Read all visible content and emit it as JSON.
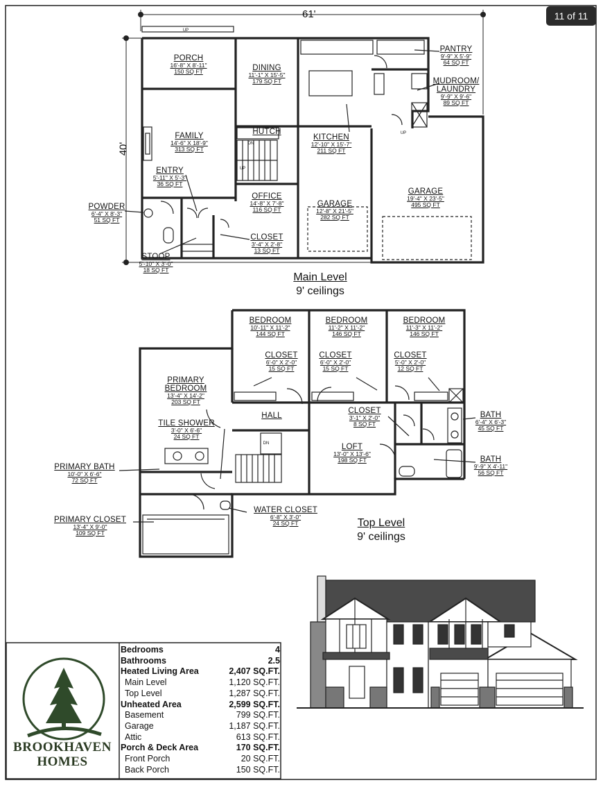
{
  "counter": "11 of 11",
  "dimensions": {
    "width": "61'",
    "depth": "40'"
  },
  "main_level": {
    "title": "Main Level",
    "subtitle": "9' ceilings",
    "rooms": [
      {
        "name": "PORCH",
        "dims": "16'-8\" X 8'-11\"",
        "area": "150 SQ FT"
      },
      {
        "name": "DINING",
        "dims": "11'-1\" X 15'-5\"",
        "area": "179 SQ FT"
      },
      {
        "name": "PANTRY",
        "dims": "9'-9\" X 5'-9\"",
        "area": "64 SQ FT"
      },
      {
        "name": "MUDROOM/\nLAUNDRY",
        "dims": "9'-9\" X 9'-6\"",
        "area": "89 SQ FT"
      },
      {
        "name": "FAMILY",
        "dims": "14'-6\" X 18'-9\"",
        "area": "313 SQ FT"
      },
      {
        "name": "HUTCH",
        "dims": "",
        "area": ""
      },
      {
        "name": "KITCHEN",
        "dims": "12'-10\" X 15'-7\"",
        "area": "211 SQ FT"
      },
      {
        "name": "ENTRY",
        "dims": "5'-11\" X 5'-3\"",
        "area": "36 SQ FT"
      },
      {
        "name": "OFFICE",
        "dims": "14'-8\" X 7'-8\"",
        "area": "116 SQ FT"
      },
      {
        "name": "GARAGE",
        "dims": "19'-4\" X 23'-5\"",
        "area": "495 SQ FT"
      },
      {
        "name": "POWDER",
        "dims": "6'-4\" X 8'-3\"",
        "area": "51 SQ FT"
      },
      {
        "name": "GARAGE",
        "dims": "12'-8\" X 21'-5\"",
        "area": "282 SQ FT"
      },
      {
        "name": "CLOSET",
        "dims": "3'-4\" X 2'-8\"",
        "area": "13 SQ FT"
      },
      {
        "name": "STOOP",
        "dims": "5'-10\" X 3'-0\"",
        "area": "18 SQ FT"
      }
    ]
  },
  "top_level": {
    "title": "Top Level",
    "subtitle": "9' ceilings",
    "rooms": [
      {
        "name": "BEDROOM",
        "dims": "10'-11\" X 11'-2\"",
        "area": "144 SQ FT"
      },
      {
        "name": "BEDROOM",
        "dims": "11'-2\" X 11'-2\"",
        "area": "146 SQ FT"
      },
      {
        "name": "BEDROOM",
        "dims": "11'-3\" X 11'-2\"",
        "area": "146 SQ FT"
      },
      {
        "name": "CLOSET",
        "dims": "6'-0\" X 2'-0\"",
        "area": "15 SQ FT"
      },
      {
        "name": "CLOSET",
        "dims": "6'-0\" X 2'-0\"",
        "area": "15 SQ FT"
      },
      {
        "name": "CLOSET",
        "dims": "5'-0\" X 2'-0\"",
        "area": "12 SQ FT"
      },
      {
        "name": "PRIMARY\nBEDROOM",
        "dims": "13'-4\" X 14'-2\"",
        "area": "203 SQ FT"
      },
      {
        "name": "CLOSET",
        "dims": "3'-1\" X 2'-0\"",
        "area": "8 SQ FT"
      },
      {
        "name": "BATH",
        "dims": "6'-4\" X 6'-3\"",
        "area": "45 SQ FT"
      },
      {
        "name": "HALL",
        "dims": "",
        "area": ""
      },
      {
        "name": "TILE SHOWER",
        "dims": "3'-0\" X 6'-6\"",
        "area": "24 SQ FT"
      },
      {
        "name": "LOFT",
        "dims": "13'-0\" X 13'-6\"",
        "area": "198 SQ FT"
      },
      {
        "name": "BATH",
        "dims": "9'-9\" X 4'-11\"",
        "area": "56 SQ FT"
      },
      {
        "name": "PRIMARY BATH",
        "dims": "10'-0\" X 6'-6\"",
        "area": "72 SQ FT"
      },
      {
        "name": "PRIMARY CLOSET",
        "dims": "13'-4\" X 9'-0\"",
        "area": "109 SQ FT"
      },
      {
        "name": "WATER CLOSET",
        "dims": "6'-8\" X 3'-0\"",
        "area": "24 SQ FT"
      }
    ]
  },
  "stair_labels": [
    "DN",
    "UP",
    "UP",
    "UP",
    "DN"
  ],
  "stats": [
    {
      "label": "Bedrooms",
      "value": "4",
      "style": "head"
    },
    {
      "label": "Bathrooms",
      "value": "2.5",
      "style": "head"
    },
    {
      "label": "Heated Living Area",
      "value": "2,407 SQ.FT.",
      "style": "head"
    },
    {
      "label": "Main Level",
      "value": "1,120 SQ.FT.",
      "style": "sub"
    },
    {
      "label": "Top Level",
      "value": "1,287 SQ.FT.",
      "style": "sub"
    },
    {
      "label": "Unheated Area",
      "value": "2,599 SQ.FT.",
      "style": "head"
    },
    {
      "label": "Basement",
      "value": "799 SQ.FT.",
      "style": "sub"
    },
    {
      "label": "Garage",
      "value": "1,187 SQ.FT.",
      "style": "sub"
    },
    {
      "label": "Attic",
      "value": "613 SQ.FT.",
      "style": "sub"
    },
    {
      "label": "Porch & Deck Area",
      "value": "170 SQ.FT.",
      "style": "head"
    },
    {
      "label": "Front Porch",
      "value": "20 SQ.FT.",
      "style": "sub"
    },
    {
      "label": "Back Porch",
      "value": "150 SQ.FT.",
      "style": "sub"
    }
  ],
  "brand": {
    "line1": "BROOKHAVEN",
    "line2": "HOMES"
  },
  "colors": {
    "ink": "#1a1a1a",
    "brand_green": "#2f4a2a",
    "roof": "#3a3a3a",
    "stone": "#6a6a6a",
    "counter_bg": "#2b2b2b"
  }
}
